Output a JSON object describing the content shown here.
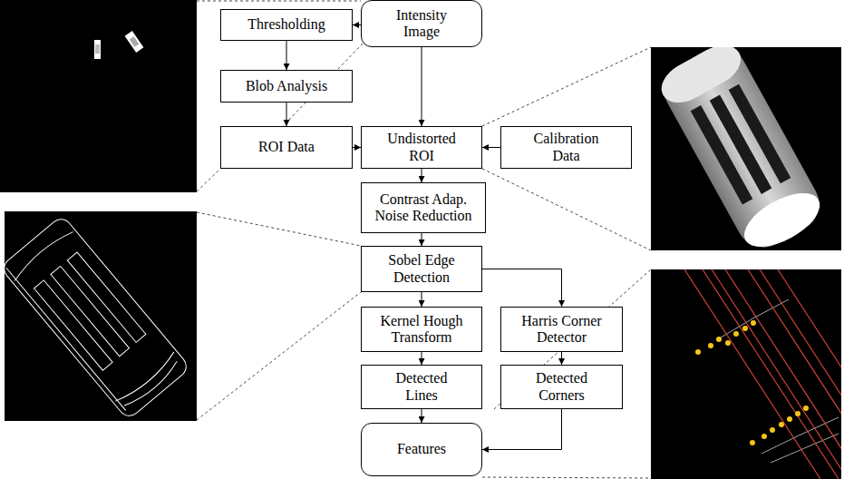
{
  "diagram": {
    "nodes": [
      {
        "text": [
          "Thresholding"
        ]
      },
      {
        "text": [
          "Intensity Image"
        ]
      },
      {
        "text": [
          "Blob Analysis"
        ]
      },
      {
        "text": [
          "ROI Data"
        ]
      },
      {
        "text": [
          "Undistorted ROI"
        ]
      },
      {
        "text": [
          "Calibration Data"
        ]
      },
      {
        "text": [
          "Contrast Adap. Noise Reduction"
        ]
      },
      {
        "text": [
          "Sobel Edge Detection"
        ]
      },
      {
        "text": [
          "Kernel Hough Transform"
        ]
      },
      {
        "text": [
          "Harris Corner Detector"
        ]
      },
      {
        "text": [
          "Detected Lines"
        ]
      },
      {
        "text": [
          "Detected Corners"
        ]
      },
      {
        "text": [
          "Features"
        ]
      }
    ],
    "edges": [
      {
        "from": 1,
        "to": 0,
        "arrow": "to"
      },
      {
        "from": 0,
        "to": 2,
        "arrow": "to"
      },
      {
        "from": 2,
        "to": 3,
        "arrow": "to"
      },
      {
        "from": 3,
        "to": 4,
        "arrow": "to"
      },
      {
        "from": 1,
        "to": 4,
        "arrow": "to"
      },
      {
        "from": 5,
        "to": 4,
        "arrow": "to"
      },
      {
        "from": 4,
        "to": 6,
        "arrow": "to"
      },
      {
        "from": 6,
        "to": 7,
        "arrow": "to"
      },
      {
        "from": 7,
        "to": 8,
        "arrow": "to"
      },
      {
        "from": 7,
        "to": 9,
        "arrow": "to"
      },
      {
        "from": 8,
        "to": 10,
        "arrow": "to"
      },
      {
        "from": 9,
        "to": 11,
        "arrow": "to"
      },
      {
        "from": 10,
        "to": 12,
        "arrow": "to"
      },
      {
        "from": 11,
        "to": 12,
        "arrow": "to"
      }
    ]
  }
}
